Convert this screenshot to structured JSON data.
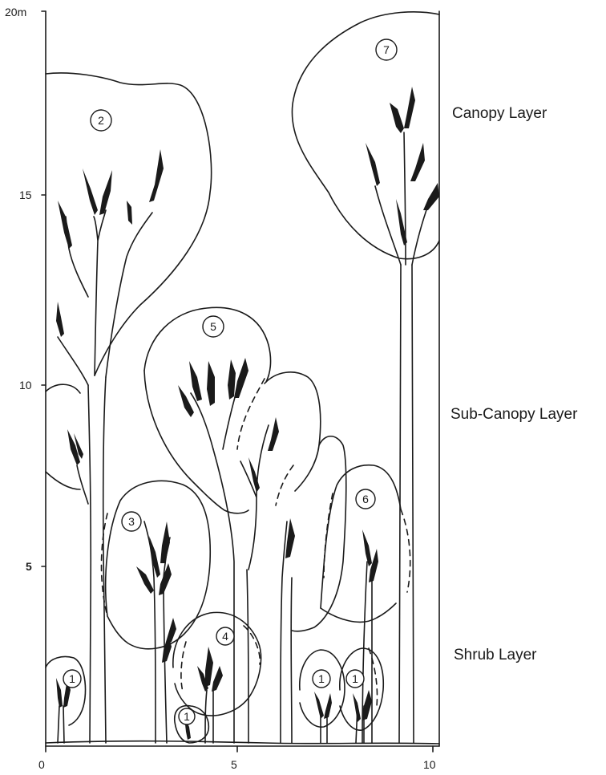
{
  "y_axis": {
    "top_label": "20m",
    "ticks": [
      {
        "value": 15,
        "label": "15"
      },
      {
        "value": 10,
        "label": "10"
      },
      {
        "value": 5,
        "label": "5"
      }
    ],
    "range": [
      0,
      20
    ]
  },
  "x_axis": {
    "ticks": [
      {
        "value": 0,
        "label": "0"
      },
      {
        "value": 5,
        "label": "5"
      },
      {
        "value": 10,
        "label": "10"
      }
    ],
    "range": [
      0,
      10
    ]
  },
  "layers": [
    {
      "label": "Canopy Layer"
    },
    {
      "label": "Sub-Canopy Layer"
    },
    {
      "label": "Shrub Layer"
    }
  ],
  "tree_labels": [
    "1",
    "2",
    "3",
    "4",
    "5",
    "6",
    "7",
    "1",
    "1",
    "1"
  ]
}
